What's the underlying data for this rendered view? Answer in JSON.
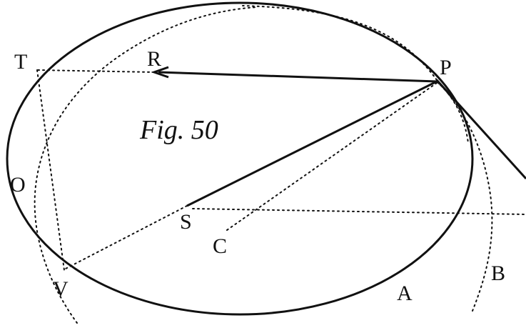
{
  "figure": {
    "caption": "Fig. 50",
    "labels": {
      "T": "T",
      "R": "R",
      "P": "P",
      "O": "O",
      "S": "S",
      "C": "C",
      "V": "V",
      "A": "A",
      "B": "B"
    }
  }
}
